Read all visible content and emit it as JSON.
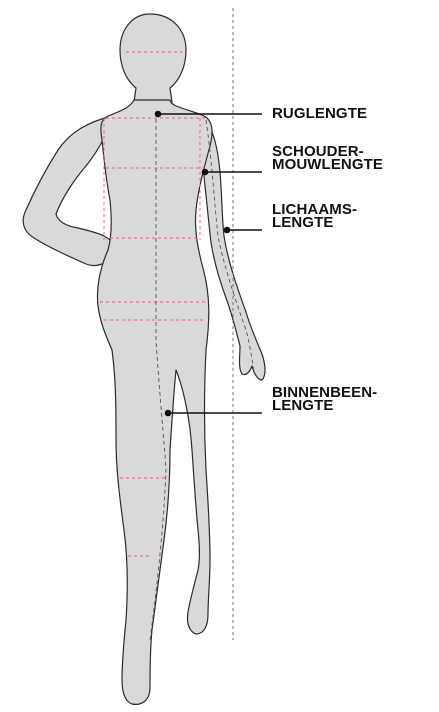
{
  "diagram": {
    "measurements": [
      {
        "id": "ruglengte",
        "lines": [
          "RUGLENGTE"
        ]
      },
      {
        "id": "schouder-mouwlengte",
        "lines": [
          "SCHOUDER-",
          "MOUWLENGTE"
        ]
      },
      {
        "id": "lichaamslengte",
        "lines": [
          "LICHAAMS-",
          "LENGTE"
        ]
      },
      {
        "id": "binnenbeenlengte",
        "lines": [
          "BINNENBEEN-",
          "LENGTE"
        ]
      }
    ],
    "colors": {
      "figure_fill": "#d9d9d9",
      "figure_outline": "#2b2b2b",
      "guide_dash": "#e0607a",
      "measure_line": "#555555",
      "leader_line": "#111111",
      "label_text": "#111111"
    }
  }
}
